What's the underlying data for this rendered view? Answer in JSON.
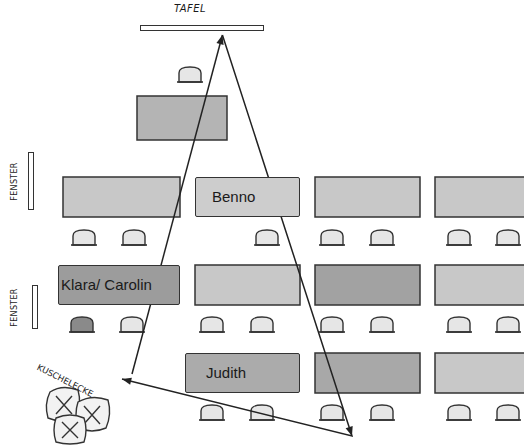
{
  "diagram": {
    "nodes": [
      {
        "text": [
          "TAFEL"
        ]
      },
      {
        "text": [
          "FENSTER"
        ]
      },
      {
        "text": [
          "Benno"
        ]
      },
      {
        "text": [
          "FENSTER"
        ]
      },
      {
        "text": [
          "Klara/ Carolin"
        ]
      },
      {
        "text": [
          "Judith"
        ]
      },
      {
        "text": [
          "KUSCHELECKE"
        ]
      }
    ],
    "edges": [
      {
        "from": 6,
        "to": 0,
        "arrow": "to"
      },
      {
        "from": 0,
        "to": 6,
        "arrow": "to"
      }
    ]
  }
}
